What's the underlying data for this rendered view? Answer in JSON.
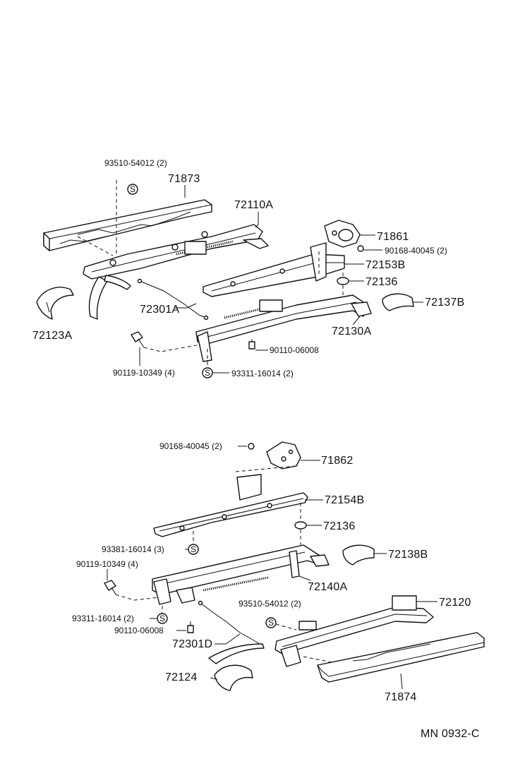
{
  "labels": {
    "p93510_54012_top": "93510-54012 (2)",
    "p71873": "71873",
    "p72110A": "72110A",
    "p71861": "71861",
    "p90168_40045_top": "90168-40045 (2)",
    "p72153B": "72153B",
    "p72136_top": "72136",
    "p72137B": "72137B",
    "p72123A": "72123A",
    "p72301A": "72301A",
    "p72130A": "72130A",
    "p90110_06008_top": "90110-06008",
    "p90119_10349_top": "90119-10349 (4)",
    "p93311_16014_top": "93311-16014 (2)",
    "p90168_40045_bot": "90168-40045 (2)",
    "p71862": "71862",
    "p72154B": "72154B",
    "p72136_bot": "72136",
    "p93381_16014": "93381-16014 (3)",
    "p72138B": "72138B",
    "p90119_10349_bot": "90119-10349 (4)",
    "p72140A": "72140A",
    "p93510_54012_bot": "93510-54012 (2)",
    "p72120": "72120",
    "p93311_16014_bot": "93311-16014 (2)",
    "p90110_06008_bot": "90110-06008",
    "p72301D": "72301D",
    "p72124": "72124",
    "p71874": "71874",
    "code": "MN  0932-C"
  },
  "symbols": {
    "spring_washer": "S"
  }
}
